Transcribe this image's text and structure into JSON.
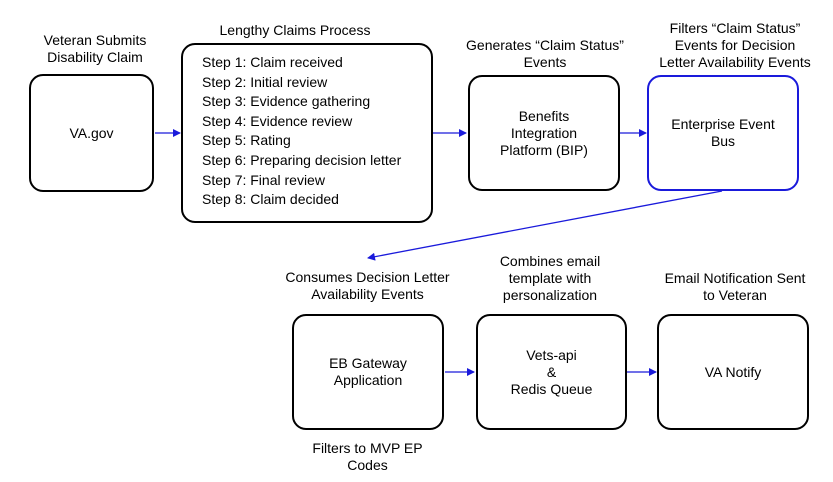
{
  "headings": {
    "veteran": "Veteran Submits\nDisability Claim",
    "lengthy": "Lengthy Claims Process",
    "generates": "Generates “Claim Status”\nEvents",
    "filters_status": "Filters “Claim Status”\nEvents for Decision\nLetter Availability Events",
    "consumes": "Consumes Decision Letter\nAvailability Events",
    "combines": "Combines email\ntemplate with\npersonalization",
    "email_sent": "Email Notification Sent\nto Veteran",
    "filters_mvp": "Filters to MVP EP\nCodes"
  },
  "nodes": {
    "vagov": "VA.gov",
    "bip": "Benefits\nIntegration\nPlatform (BIP)",
    "eeb": "Enterprise Event\nBus",
    "ebgw": "EB Gateway\nApplication",
    "vetsapi": "Vets-api\n&\nRedis Queue",
    "vanotify": "VA Notify"
  },
  "steps": [
    "Step 1: Claim received",
    "Step 2: Initial review",
    "Step 3: Evidence gathering",
    "Step 4: Evidence review",
    "Step 5: Rating",
    "Step 6: Preparing decision letter",
    "Step 7: Final review",
    "Step 8: Claim decided"
  ],
  "colors": {
    "arrow": "#1a1adb",
    "highlight_border": "#1a1adb",
    "border": "#000000"
  }
}
